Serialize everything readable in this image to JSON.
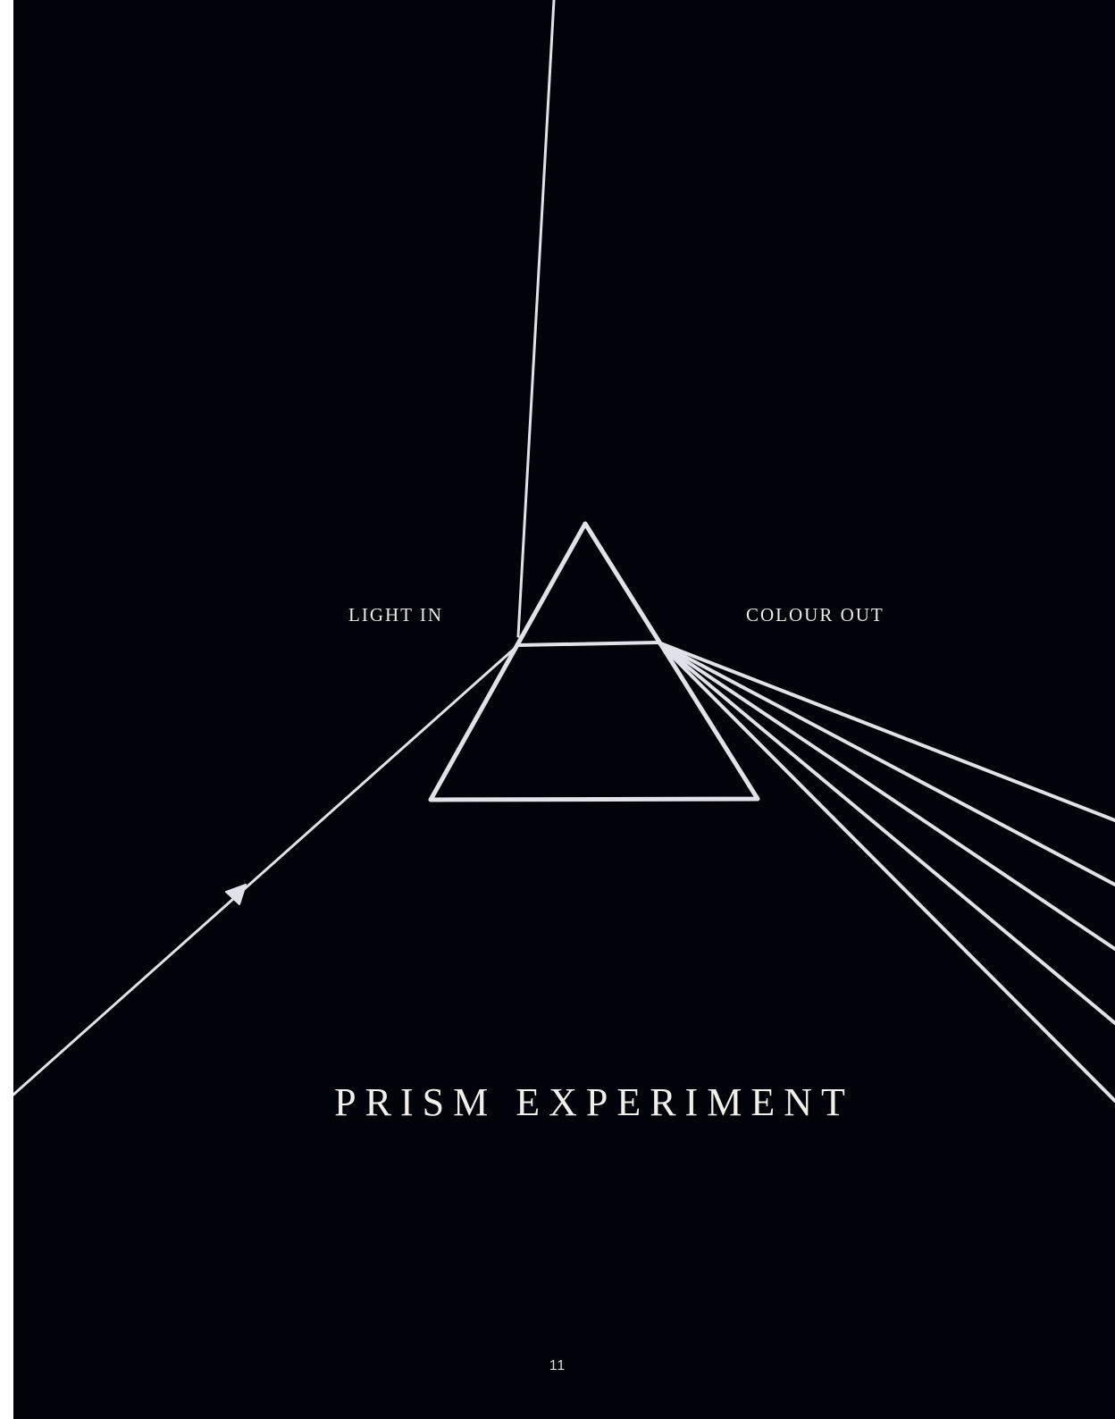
{
  "page": {
    "background_color": "#02030a",
    "line_color": "#dfe3e8",
    "label_in": "LIGHT IN",
    "label_out": "COLOUR OUT",
    "title": "PRISM EXPERIMENT",
    "page_number": "11"
  }
}
